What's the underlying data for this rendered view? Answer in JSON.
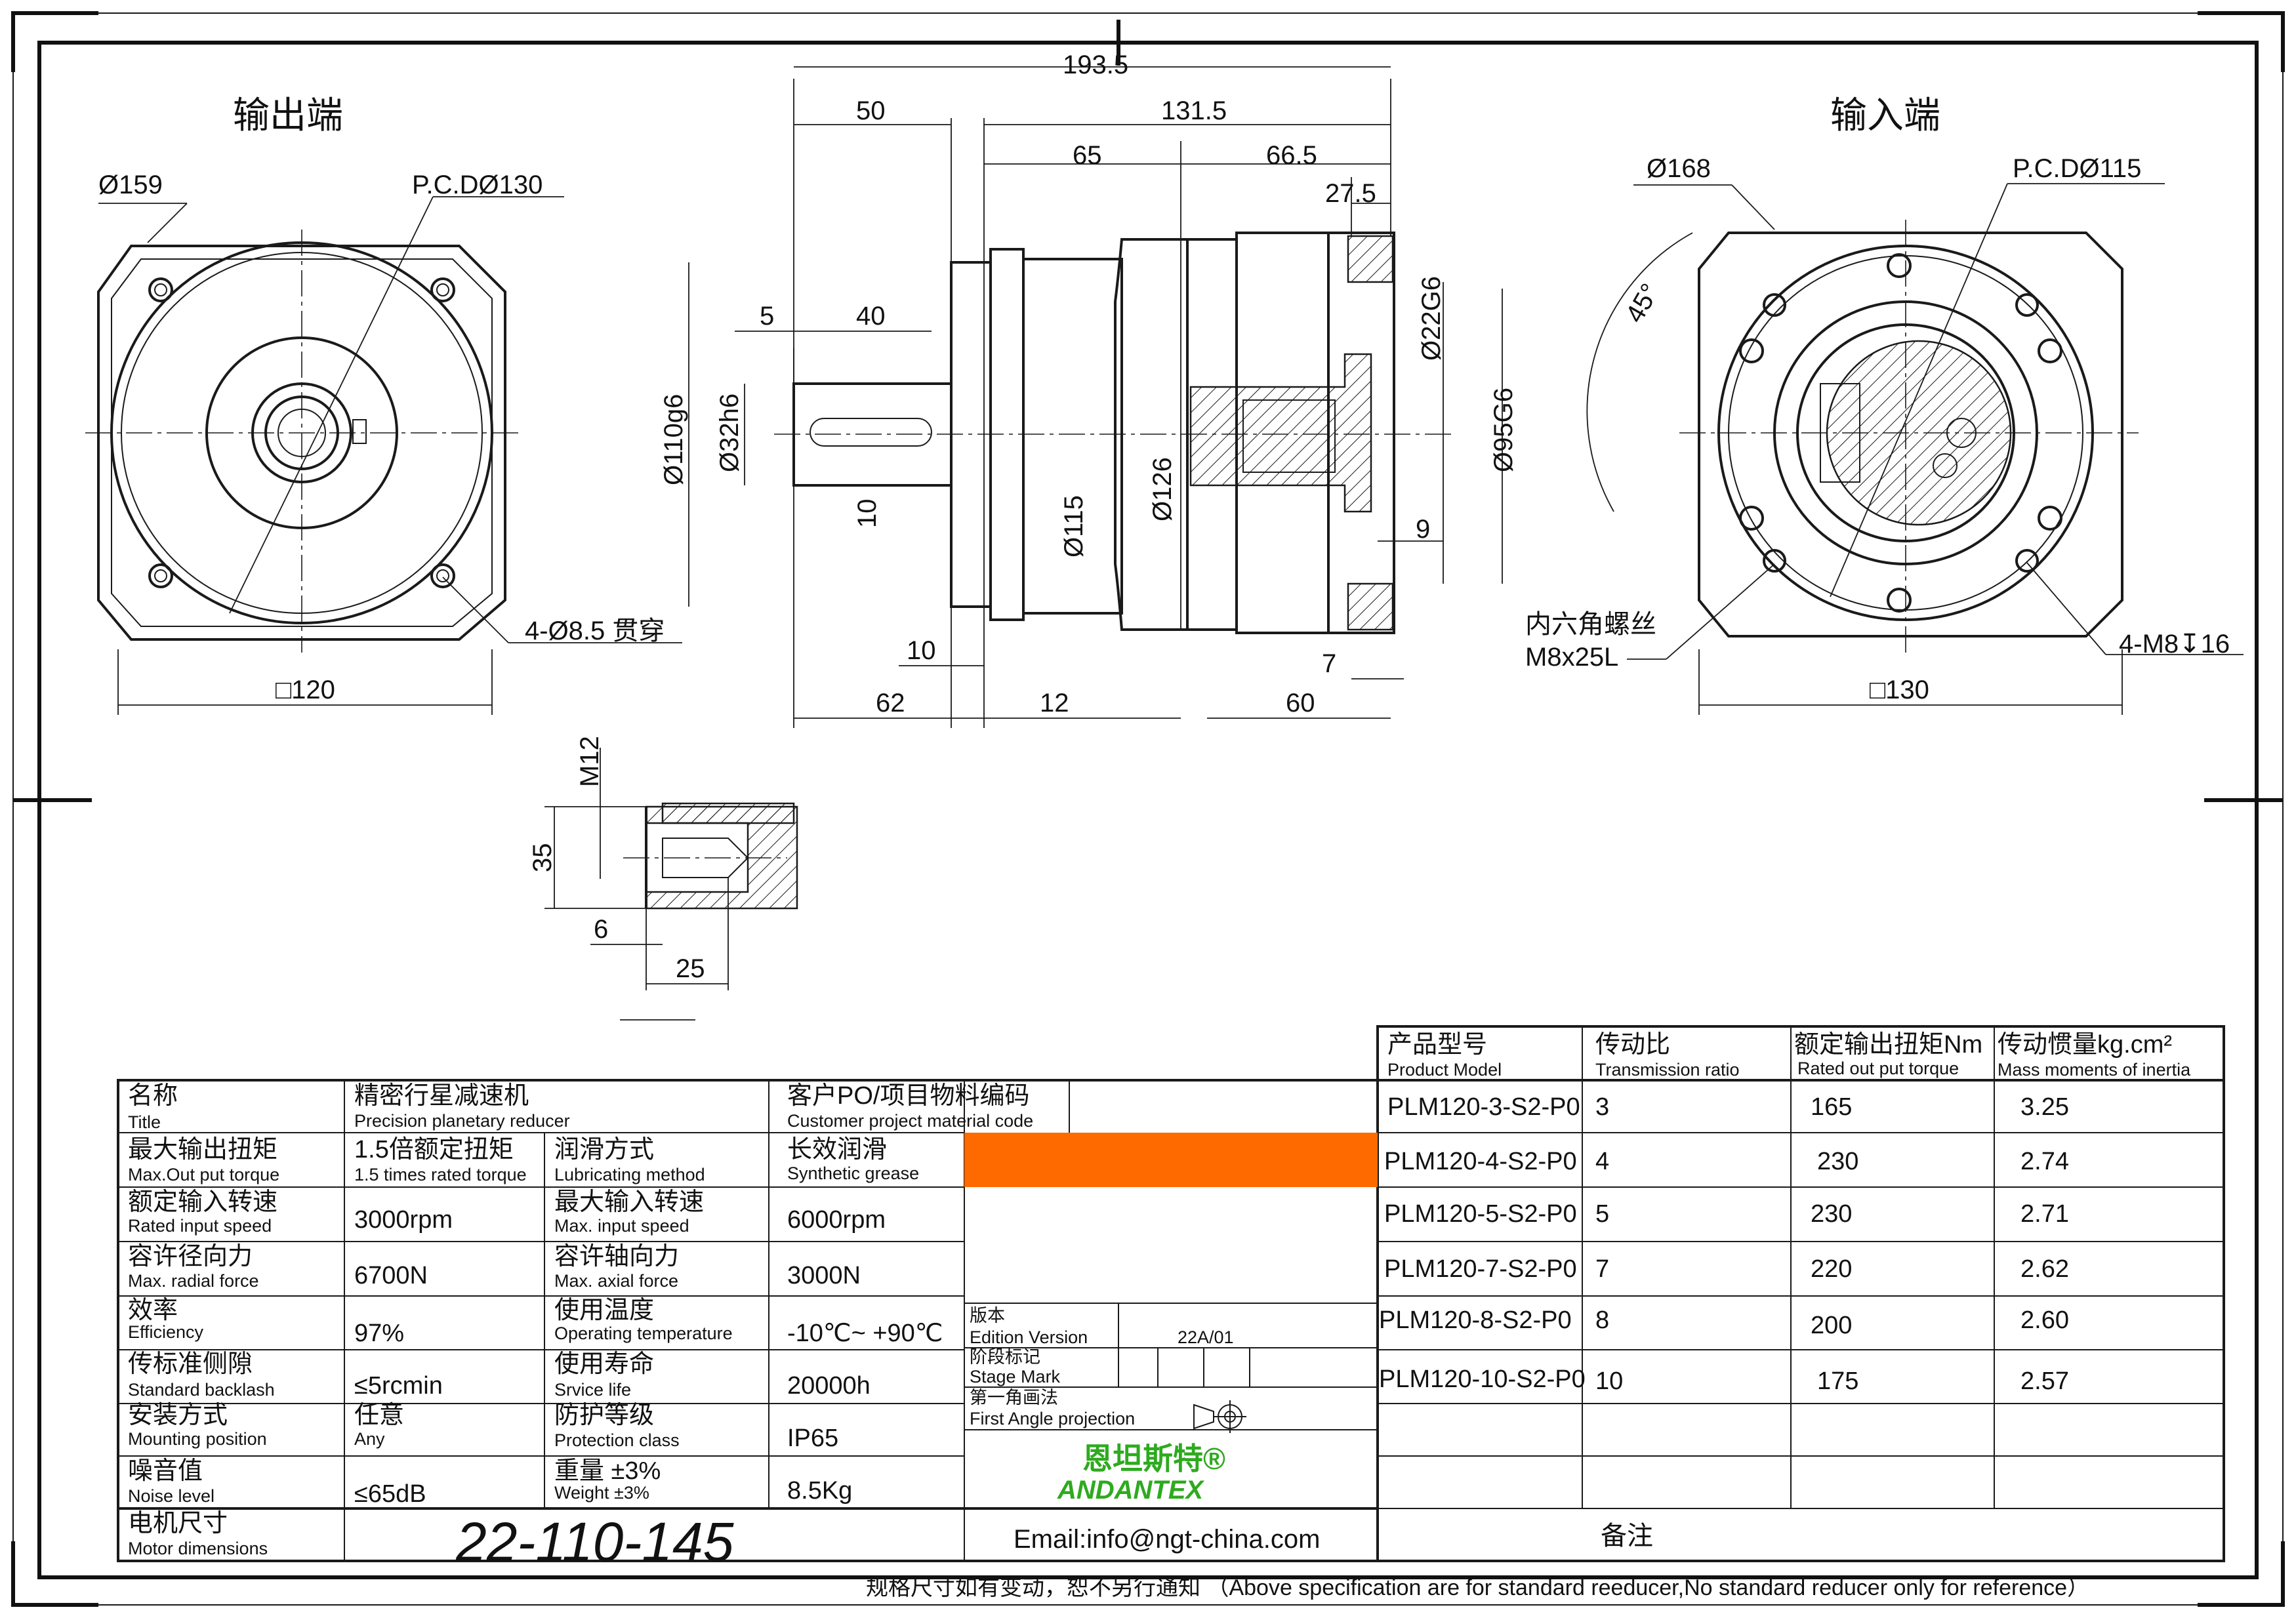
{
  "views": {
    "output_end_title": "输出端",
    "input_end_title": "输入端"
  },
  "dimensions": {
    "out_dia_159": "Ø159",
    "out_pcd_130": "P.C.DØ130",
    "out_holes": "4-Ø8.5 贯穿",
    "out_square": "□120",
    "total_len": "193.5",
    "d50": "50",
    "d131_5": "131.5",
    "d65": "65",
    "d66_5": "66.5",
    "d27_5": "27.5",
    "d5": "5",
    "d40": "40",
    "d110": "Ø110g6",
    "d32": "Ø32h6",
    "d10_key": "10",
    "d115": "Ø115",
    "d126": "Ø126",
    "d22": "Ø22G6",
    "d95": "Ø95G6",
    "d9": "9",
    "d7": "7",
    "d10": "10",
    "d62": "62",
    "d12": "12",
    "d60": "60",
    "in_dia_168": "Ø168",
    "in_pcd_115": "P.C.DØ115",
    "in_angle": "45°",
    "in_screw_cn": "内六角螺丝",
    "in_screw": "M8x25L",
    "in_holes": "4-M8↧16",
    "in_square": "□130",
    "detail_m12": "M12",
    "detail_35": "35",
    "detail_6": "6",
    "detail_25": "25"
  },
  "spec": {
    "title_cn": "名称",
    "title_en": "Title",
    "title_val_cn": "精密行星减速机",
    "title_val_en": "Precision planetary reducer",
    "cust_cn": "客户PO/项目物料编码",
    "cust_en": "Customer project material code",
    "maxout_cn": "最大输出扭矩",
    "maxout_en": "Max.Out put torque",
    "maxout_val_cn": "1.5倍额定扭矩",
    "maxout_val_en": "1.5 times rated torque",
    "lub_cn": "润滑方式",
    "lub_en": "Lubricating method",
    "lub_val_cn": "长效润滑",
    "lub_val_en": "Synthetic grease",
    "ris_cn": "额定输入转速",
    "ris_en": "Rated input speed",
    "ris_val": "3000rpm",
    "mis_cn": "最大输入转速",
    "mis_en": "Max. input speed",
    "mis_val": "6000rpm",
    "mrf_cn": "容许径向力",
    "mrf_en": "Max. radial force",
    "mrf_val": "6700N",
    "maf_cn": "容许轴向力",
    "maf_en": "Max. axial force",
    "maf_val": "3000N",
    "eff_cn": "效率",
    "eff_en": "Efficiency",
    "eff_val": "97%",
    "temp_cn": "使用温度",
    "temp_en": "Operating temperature",
    "temp_val": "-10℃~ +90℃",
    "bl_cn": "传标准侧隙",
    "bl_en": "Standard backlash",
    "bl_val": "≤5rcmin",
    "life_cn": "使用寿命",
    "life_en": "Srvice life",
    "life_val": "20000h",
    "mp_cn": "安装方式",
    "mp_en": "Mounting position",
    "mp_val_cn": "任意",
    "mp_val_en": "Any",
    "pc_cn": "防护等级",
    "pc_en": "Protection class",
    "pc_val": "IP65",
    "nl_cn": "噪音值",
    "nl_en": "Noise level",
    "nl_val": "≤65dB",
    "wt_cn": "重量 ±3%",
    "wt_en": "Weight ±3%",
    "wt_val": "8.5Kg",
    "md_cn": "电机尺寸",
    "md_en": "Motor dimensions",
    "md_val": "22-110-145",
    "edition_cn": "版本",
    "edition_en": "Edition Version",
    "edition_val": "22A/01",
    "stage_cn": "阶段标记",
    "stage_en": "Stage Mark",
    "angle_cn": "第一角画法",
    "angle_en": "First Angle projection",
    "logo_cn": "恩坦斯特®",
    "logo_en": "ANDANTEX",
    "email": "Email:info@ngt-china.com",
    "remark_cn": "备注",
    "highlight_color": "#ff6a00"
  },
  "models": {
    "headers": [
      {
        "cn": "产品型号",
        "en": "Product Model"
      },
      {
        "cn": "传动比",
        "en": "Transmission ratio"
      },
      {
        "cn": "额定输出扭矩Nm",
        "en": "Rated out put torque"
      },
      {
        "cn": "传动惯量kg.cm²",
        "en": "Mass moments of inertia"
      }
    ],
    "rows": [
      {
        "model": "PLM120-3-S2-P0",
        "ratio": "3",
        "torque": "165",
        "inertia": "3.25"
      },
      {
        "model": "PLM120-4-S2-P0",
        "ratio": "4",
        "torque": "230",
        "inertia": "2.74"
      },
      {
        "model": "PLM120-5-S2-P0",
        "ratio": "5",
        "torque": "230",
        "inertia": "2.71"
      },
      {
        "model": "PLM120-7-S2-P0",
        "ratio": "7",
        "torque": "220",
        "inertia": "2.62"
      },
      {
        "model": "PLM120-8-S2-P0",
        "ratio": "8",
        "torque": "200",
        "inertia": "2.60"
      },
      {
        "model": "PLM120-10-S2-P0",
        "ratio": "10",
        "torque": "175",
        "inertia": "2.57"
      }
    ]
  },
  "footer_note": "规格尺寸如有变动，恕不另行通知 （Above specification are for standard reeducer,No standard reducer only for reference）"
}
